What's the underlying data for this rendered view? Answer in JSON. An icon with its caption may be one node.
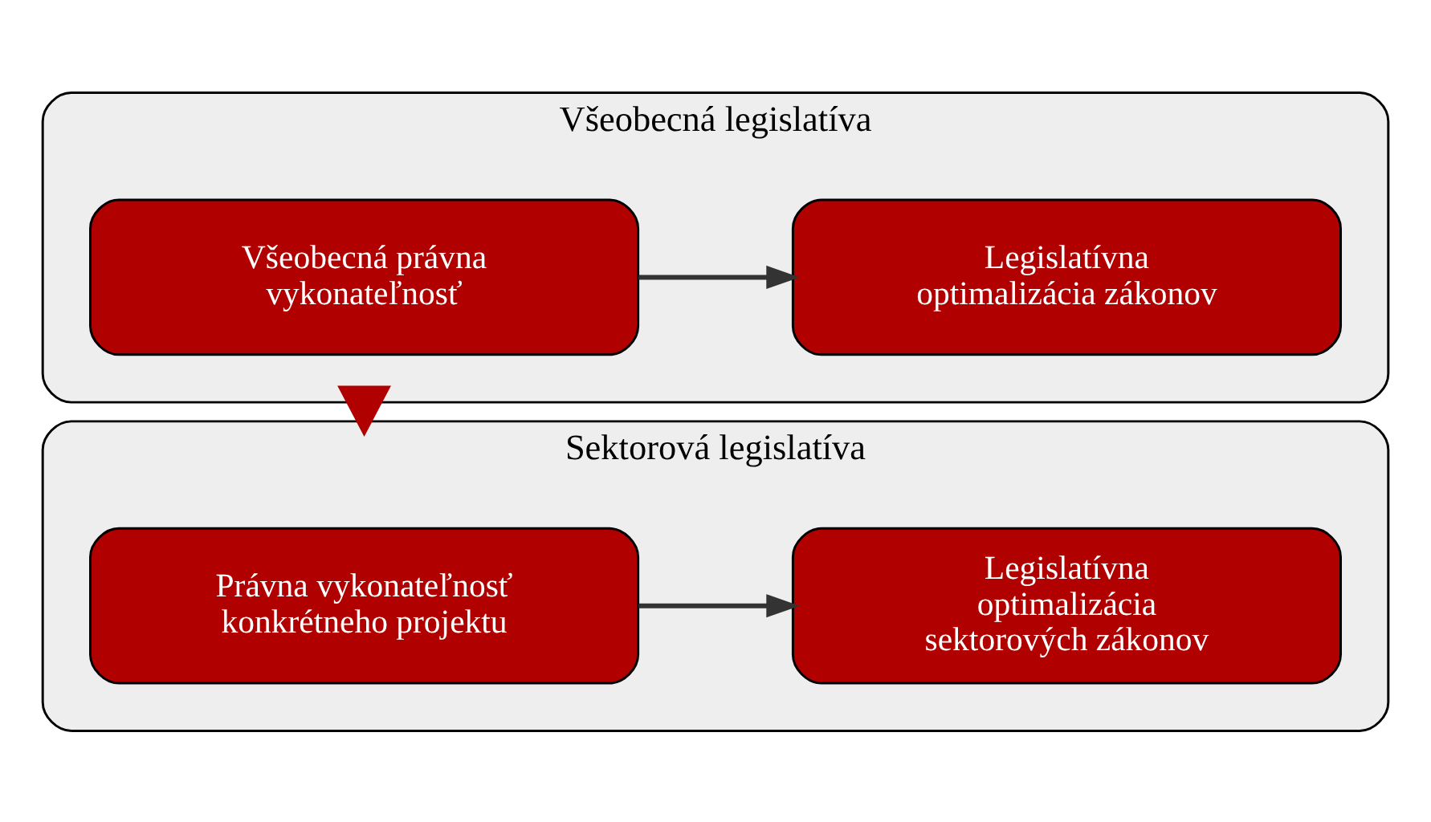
{
  "diagram": {
    "nodes": [
      {
        "text": [
          "Všeobecná legislatíva"
        ]
      },
      {
        "text": [
          "Všeobecná právna vykonateľnosť"
        ],
        "in": 0
      },
      {
        "text": [
          "Legislatívna optimalizácia zákonov"
        ],
        "in": 0
      },
      {
        "text": [
          "Sektorová legislatíva"
        ]
      },
      {
        "text": [
          "Právna vykonateľnosť konkrétneho projektu"
        ],
        "in": 3
      },
      {
        "text": [
          "Legislatívna optimalizácia sektorových zákonov"
        ],
        "in": 3
      }
    ],
    "edges": [
      {
        "from": 1,
        "to": 2,
        "arrow": "to"
      },
      {
        "from": 0,
        "to": 3,
        "arrow": "to",
        "style": "thick",
        "color": "#b00000"
      },
      {
        "from": 4,
        "to": 5,
        "arrow": "to"
      }
    ]
  }
}
